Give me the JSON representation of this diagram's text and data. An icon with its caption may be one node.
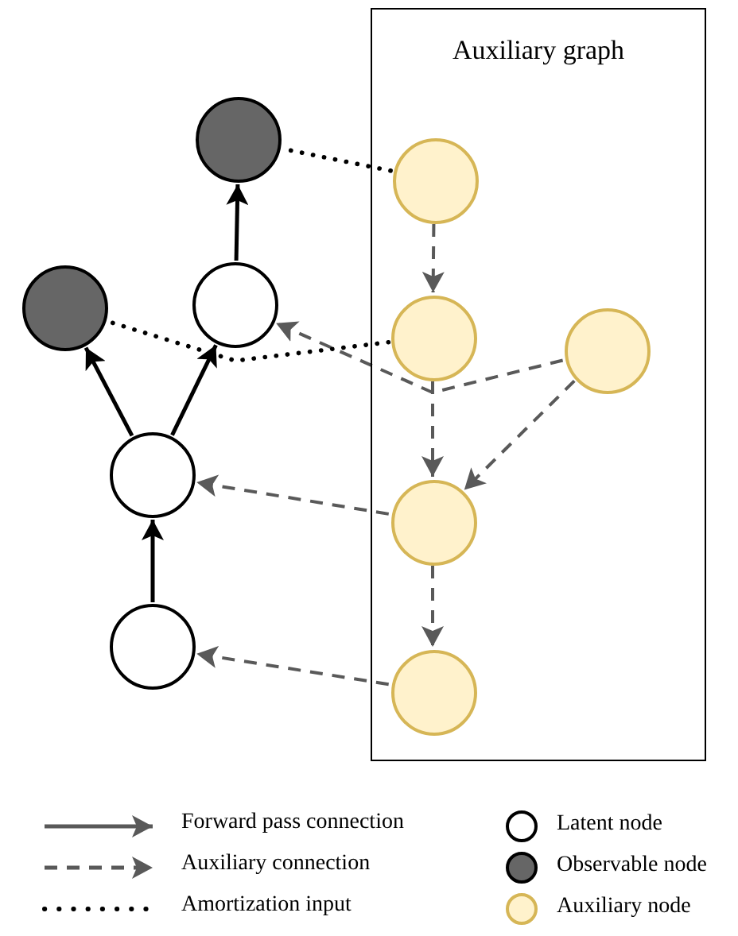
{
  "diagram": {
    "nodes": [
      {
        "text": [
          "Auxiliary graph"
        ]
      },
      {
        "text": [],
        "shape": "circle"
      },
      {
        "text": [],
        "shape": "circle"
      },
      {
        "text": [],
        "shape": "circle"
      },
      {
        "text": [],
        "shape": "circle"
      },
      {
        "text": [],
        "shape": "circle"
      },
      {
        "text": [],
        "shape": "circle",
        "in": 0
      },
      {
        "text": [],
        "shape": "circle",
        "in": 0
      },
      {
        "text": [],
        "shape": "circle",
        "in": 0
      },
      {
        "text": [],
        "shape": "circle",
        "in": 0
      },
      {
        "text": [],
        "shape": "circle",
        "in": 0
      }
    ],
    "edges": [
      {
        "from": 5,
        "to": 4,
        "arrow": "to",
        "color": "#000000"
      },
      {
        "from": 4,
        "to": 2,
        "arrow": "to",
        "color": "#000000"
      },
      {
        "from": 4,
        "to": 3,
        "arrow": "to",
        "color": "#000000"
      },
      {
        "from": 3,
        "to": 1,
        "arrow": "to",
        "color": "#000000"
      },
      {
        "from": 6,
        "to": 7,
        "arrow": "to",
        "style": "dashed"
      },
      {
        "from": 7,
        "to": 9,
        "arrow": "to",
        "style": "dashed"
      },
      {
        "from": 9,
        "to": 10,
        "arrow": "to",
        "style": "dashed"
      },
      {
        "from": 8,
        "to": 9,
        "arrow": "to",
        "style": "dashed"
      },
      {
        "from": 8,
        "to": 3,
        "arrow": "to",
        "style": "dashed"
      },
      {
        "from": 9,
        "to": 4,
        "arrow": "to",
        "style": "dashed"
      },
      {
        "from": 10,
        "to": 5,
        "arrow": "to",
        "style": "dashed"
      },
      {
        "from": 6,
        "to": 1,
        "arrow": "none",
        "style": "dashed",
        "color": "#000000"
      },
      {
        "from": 7,
        "to": 2,
        "arrow": "none",
        "style": "dashed",
        "color": "#000000"
      }
    ],
    "legend": [
      {
        "text": "Forward pass connection"
      },
      {
        "text": "Auxiliary connection"
      },
      {
        "text": "Amortization input"
      },
      {
        "text": "Latent node",
        "color": "#ffffff"
      },
      {
        "text": "Observable node",
        "color": "#666666"
      },
      {
        "text": "Auxiliary node",
        "color": "#fff2cc"
      }
    ]
  }
}
